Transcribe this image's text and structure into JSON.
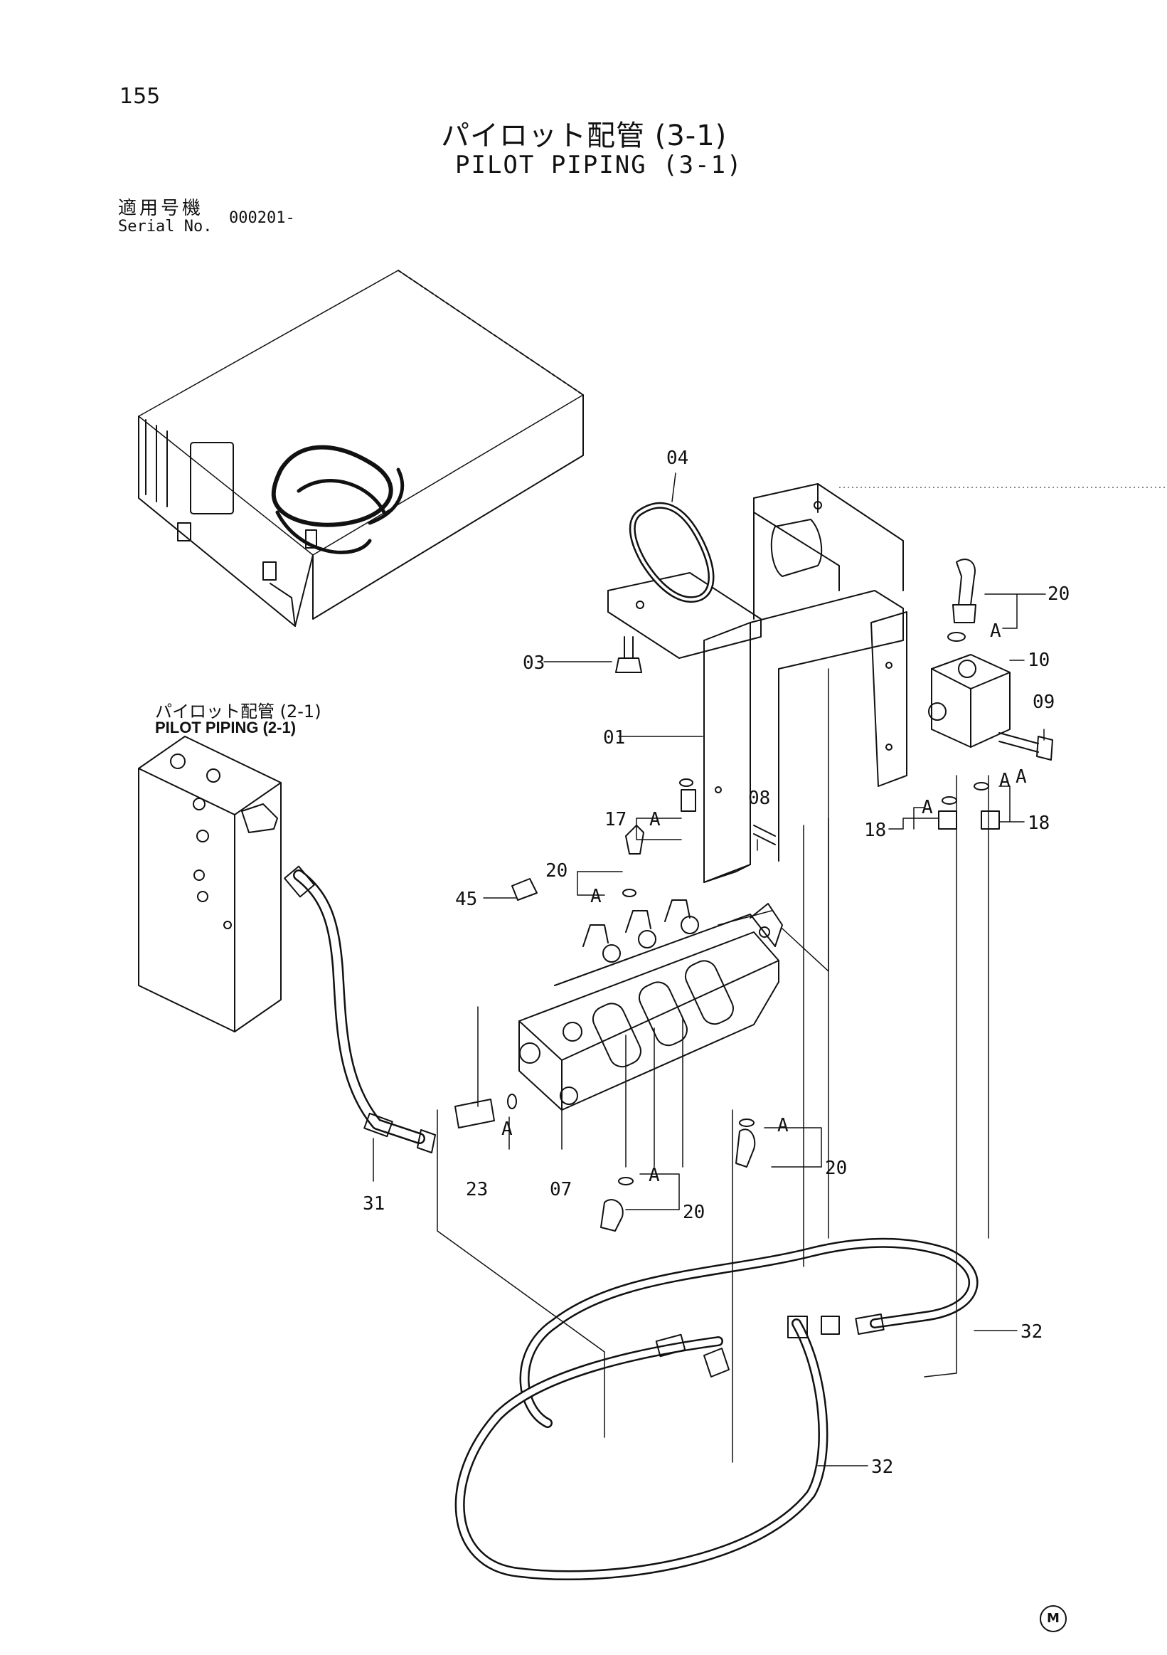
{
  "page_number": "155",
  "title": {
    "japanese": "パイロット配管 (3-1)",
    "english": "PILOT PIPING (3-1)"
  },
  "serial": {
    "label_ja": "適用号機",
    "label_en": "Serial No.",
    "value": "000201-"
  },
  "reference": {
    "japanese": "パイロット配管 (2-1)",
    "english": "PILOT PIPING (2-1)"
  },
  "mark": "M",
  "callouts": {
    "c01": "01",
    "c03": "03",
    "c04": "04",
    "c07": "07",
    "c08": "08",
    "c09": "09",
    "c10": "10",
    "c17": "17",
    "c18a": "18",
    "c18b": "18",
    "c20a": "20",
    "c20b": "20",
    "c20c": "20",
    "c20d": "20",
    "c23": "23",
    "c31": "31",
    "c32a": "32",
    "c32b": "32",
    "c45": "45",
    "a1": "A",
    "a2": "A",
    "a3": "A",
    "a4": "A",
    "a5": "A",
    "a6": "A",
    "a7": "A",
    "a8": "A",
    "a9": "A"
  }
}
